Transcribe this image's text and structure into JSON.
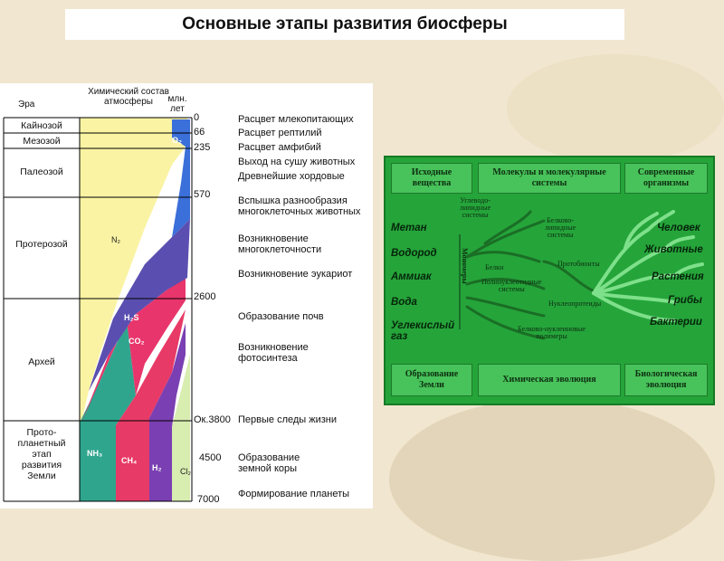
{
  "title": "Основные этапы развития биосферы",
  "chart": {
    "headers": {
      "era": "Эра",
      "atmosphere": "Химический состав атмосферы",
      "time": "млн. лет"
    },
    "eras": [
      {
        "name": "Кайнозой"
      },
      {
        "name": "Мезозой"
      },
      {
        "name": "Палеозой"
      },
      {
        "name": "Протерозой"
      },
      {
        "name": "Архей"
      },
      {
        "name": "Прото-\nпланетный\nэтап\nразвития\nЗемли"
      }
    ],
    "ticks": [
      "0",
      "66",
      "235",
      "570",
      "2600",
      "Ок.3800",
      "4500",
      "7000"
    ],
    "events": [
      "Расцвет млекопитающих",
      "Расцвет рептилий",
      "Расцвет амфибий",
      "Выход на сушу животных",
      "Древнейшие хордовые",
      "Вспышка разнообразия многоклеточных животных",
      "Возникновение многоклеточности",
      "Возникновение эукариот",
      "Образование почв",
      "Возникновение фотосинтеза",
      "Первые следы жизни",
      "Образование земной коры",
      "Формирование планеты"
    ],
    "gases": {
      "n2": "N₂",
      "o2": "O₂",
      "h2s": "H₂S",
      "co2": "CO₂",
      "nh3": "NH₃",
      "ch4": "CH₄",
      "h2": "H₂",
      "cl2": "Cl₂"
    },
    "colors": {
      "n2": "#faf3a3",
      "o2": "#3b6fd9",
      "h2s": "#5a4fb0",
      "co2": "#e8356b",
      "nh3": "#2fa58e",
      "ch4": "#e83a66",
      "h2": "#7a3fb2",
      "cl2": "#d8edb0"
    }
  },
  "diagram": {
    "headers": {
      "source": "Исходные вещества",
      "molecules": "Молекулы и молекулярные системы",
      "modern": "Современные организмы"
    },
    "footers": {
      "earth": "Образование Земли",
      "chemical": "Химическая эволюция",
      "biological": "Биологическая эволюция"
    },
    "sources": [
      "Метан",
      "Водород",
      "Аммиак",
      "Вода",
      "Углекислый газ"
    ],
    "organisms": [
      "Человек",
      "Животные",
      "Растения",
      "Грибы",
      "Бактерии"
    ],
    "vertical_label": "Мономеры",
    "molecule_labels": [
      "Углеводо-\nлипидные\nсистемы",
      "Белково-\nлипидные\nсистемы",
      "Белки",
      "Протобионты",
      "Полинуклеотидные\nсистемы",
      "Нуклеопротеиды",
      "Белково-нуклеиновые\nполимеры"
    ],
    "colors": {
      "background": "#25a43a",
      "box": "#48c25a",
      "tree": "#7ee08a"
    }
  }
}
